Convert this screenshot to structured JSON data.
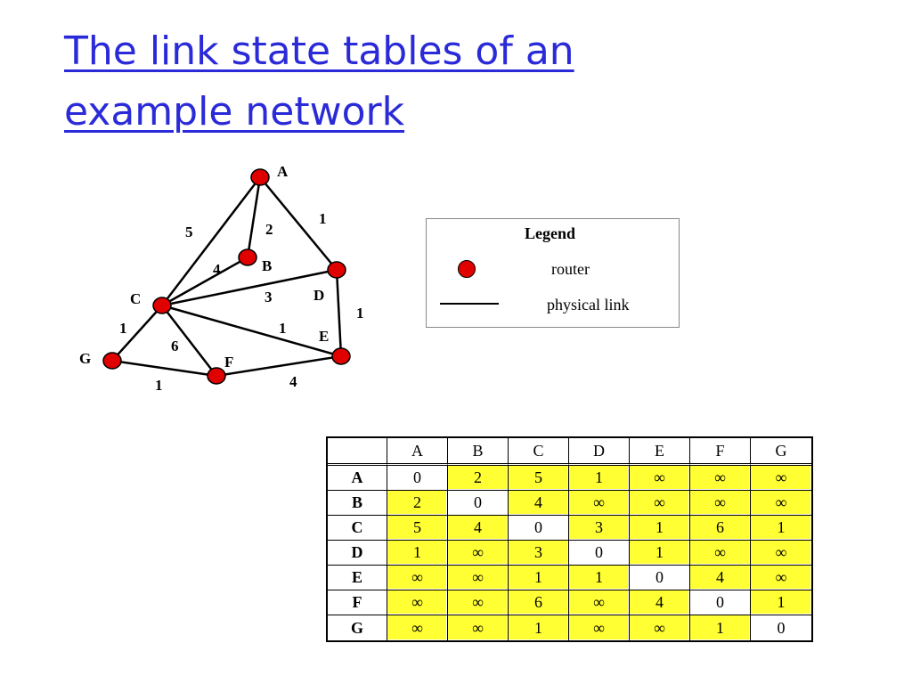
{
  "title": {
    "line1": "The link state tables of an",
    "line2": "example network"
  },
  "colors": {
    "title": "#2a2ad8",
    "router": "#e00000",
    "link": "#000000",
    "highlight": "#ffff33"
  },
  "network": {
    "nodes": [
      {
        "id": "A",
        "label": "A"
      },
      {
        "id": "B",
        "label": "B"
      },
      {
        "id": "C",
        "label": "C"
      },
      {
        "id": "D",
        "label": "D"
      },
      {
        "id": "E",
        "label": "E"
      },
      {
        "id": "F",
        "label": "F"
      },
      {
        "id": "G",
        "label": "G"
      }
    ],
    "edges": [
      {
        "from": "A",
        "to": "C",
        "cost": "5"
      },
      {
        "from": "A",
        "to": "B",
        "cost": "2"
      },
      {
        "from": "A",
        "to": "D",
        "cost": "1"
      },
      {
        "from": "B",
        "to": "C",
        "cost": "4"
      },
      {
        "from": "C",
        "to": "D",
        "cost": "3"
      },
      {
        "from": "C",
        "to": "E",
        "cost": "1"
      },
      {
        "from": "C",
        "to": "G",
        "cost": "1"
      },
      {
        "from": "C",
        "to": "F",
        "cost": "6"
      },
      {
        "from": "D",
        "to": "E",
        "cost": "1"
      },
      {
        "from": "G",
        "to": "F",
        "cost": "1"
      },
      {
        "from": "F",
        "to": "E",
        "cost": "4"
      }
    ]
  },
  "legend": {
    "title": "Legend",
    "router_label": "router",
    "link_label": "physical link",
    "router_icon": "router-dot-icon",
    "link_icon": "physical-link-line-icon"
  },
  "table": {
    "columns": [
      "A",
      "B",
      "C",
      "D",
      "E",
      "F",
      "G"
    ],
    "rows": [
      {
        "label": "A",
        "values": [
          "0",
          "2",
          "5",
          "1",
          "∞",
          "∞",
          "∞"
        ]
      },
      {
        "label": "B",
        "values": [
          "2",
          "0",
          "4",
          "∞",
          "∞",
          "∞",
          "∞"
        ]
      },
      {
        "label": "C",
        "values": [
          "5",
          "4",
          "0",
          "3",
          "1",
          "6",
          "1"
        ]
      },
      {
        "label": "D",
        "values": [
          "1",
          "∞",
          "3",
          "0",
          "1",
          "∞",
          "∞"
        ]
      },
      {
        "label": "E",
        "values": [
          "∞",
          "∞",
          "1",
          "1",
          "0",
          "4",
          "∞"
        ]
      },
      {
        "label": "F",
        "values": [
          "∞",
          "∞",
          "6",
          "∞",
          "4",
          "0",
          "1"
        ]
      },
      {
        "label": "G",
        "values": [
          "∞",
          "∞",
          "1",
          "∞",
          "∞",
          "1",
          "0"
        ]
      }
    ]
  }
}
